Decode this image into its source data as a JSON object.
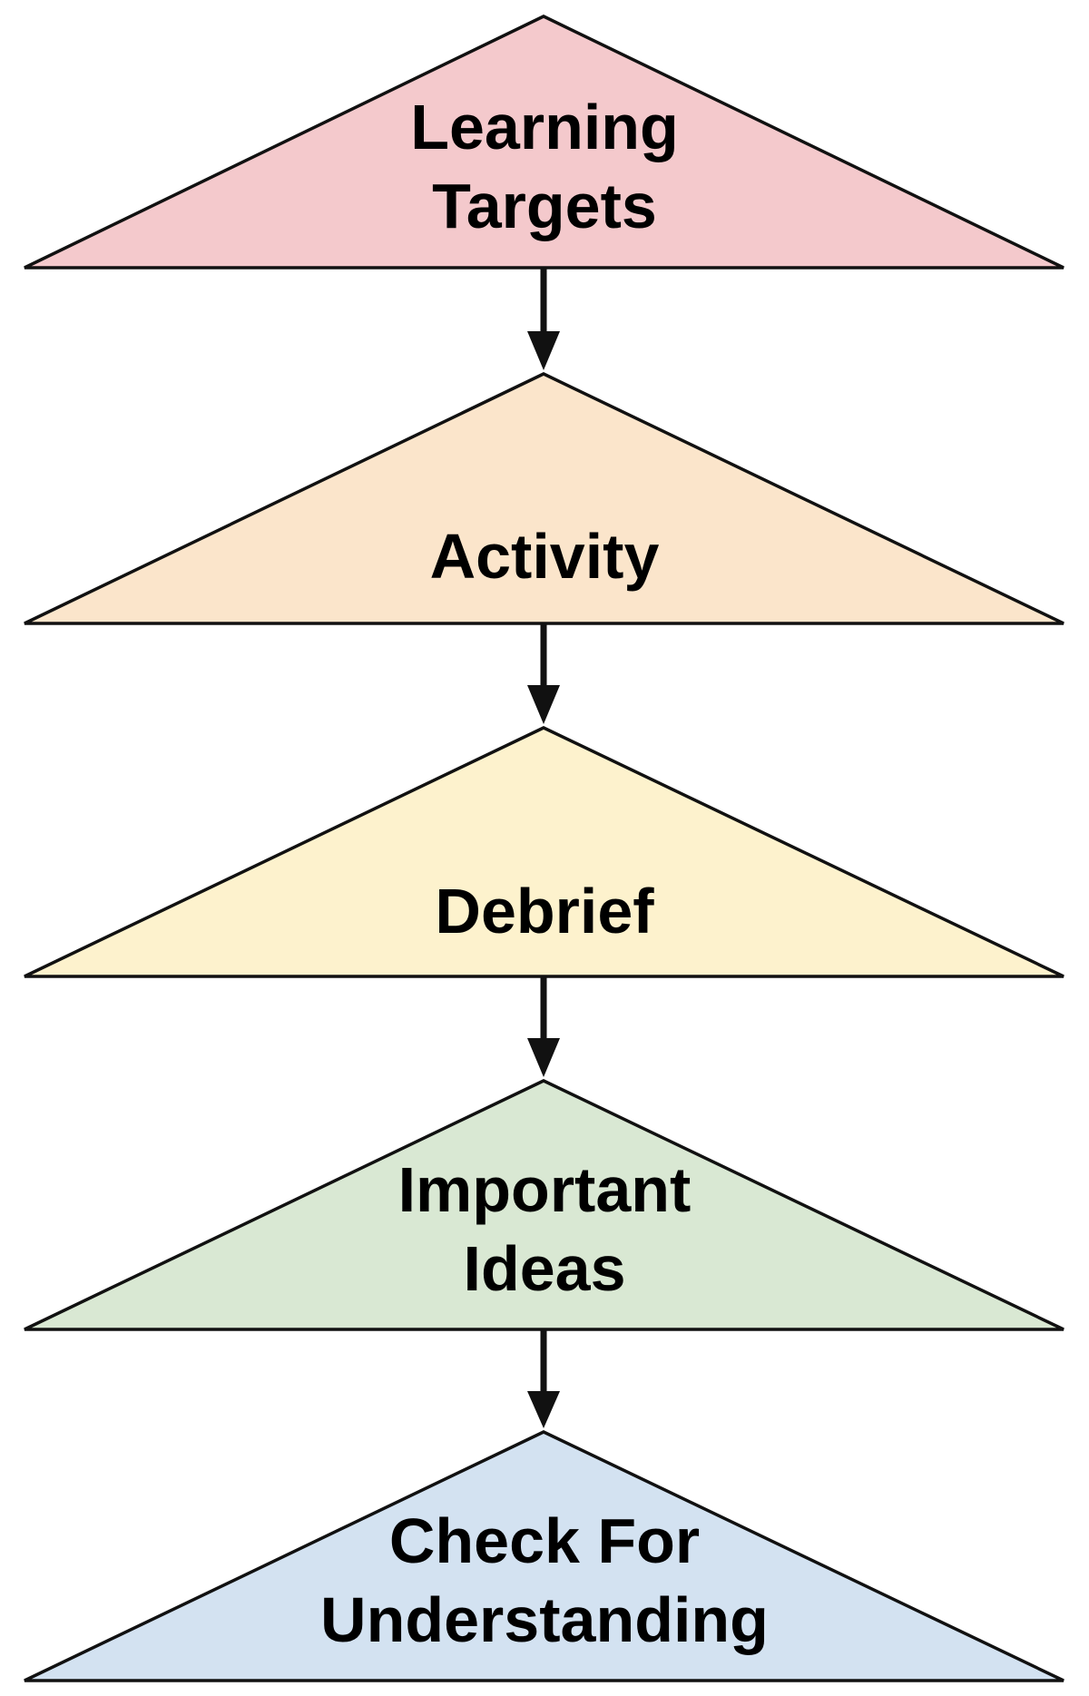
{
  "diagram": {
    "background_color": "#ffffff",
    "outline_color": "#111111",
    "arrow_color": "#111111",
    "text_color": "#000000",
    "stages": [
      {
        "name": "Learning Targets",
        "lines": [
          "Learning",
          "Targets"
        ],
        "fill_color": "#f4c9cc"
      },
      {
        "name": "Activity",
        "lines": [
          "Activity"
        ],
        "fill_color": "#fbe5cb"
      },
      {
        "name": "Debrief",
        "lines": [
          "Debrief"
        ],
        "fill_color": "#fdf2cd"
      },
      {
        "name": "Important Ideas",
        "lines": [
          "Important",
          "Ideas"
        ],
        "fill_color": "#d9e8d3"
      },
      {
        "name": "Check For Understanding",
        "lines": [
          "Check For",
          "Understanding"
        ],
        "fill_color": "#d3e2f1"
      }
    ]
  }
}
